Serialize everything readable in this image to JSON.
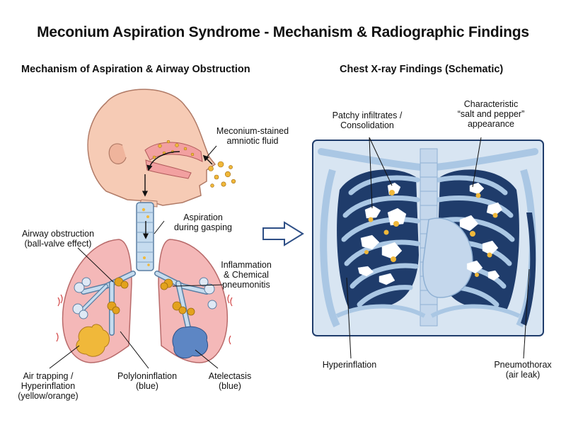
{
  "title": "Meconium Aspiration Syndrome - Mechanism & Radiographic Findings",
  "left_panel": {
    "heading": "Mechanism of Aspiration & Airway Obstruction",
    "labels": {
      "fluid": [
        "Meconium-stained",
        "amniotic fluid"
      ],
      "aspiration": [
        "Aspiration",
        "during gasping"
      ],
      "obstruction": [
        "Airway obstruction",
        "(ball-valve effect)"
      ],
      "inflammation": [
        "Inflammation",
        "& Chemical",
        "pneumonitis"
      ],
      "air_trapping": [
        "Air trapping /",
        "Hyperinflation",
        "(yellow/orange)"
      ],
      "polylon": [
        "Polyloninflation",
        "(blue)"
      ],
      "atelectasis": [
        "Atelectasis",
        "(blue)"
      ]
    }
  },
  "right_panel": {
    "heading": "Chest X-ray Findings (Schematic)",
    "labels": {
      "infiltrates": [
        "Patchy infiltrates /",
        "Consolidation"
      ],
      "salt_pepper": [
        "Characteristic",
        "“salt and pepper”",
        "appearance"
      ],
      "hyperinflation": [
        "Hyperinflation"
      ],
      "pneumothorax": [
        "Pneumothorax",
        "(air leak)"
      ]
    }
  },
  "colors": {
    "skin": "#f6cbb5",
    "lung": "#f4b8b8",
    "meconium": "#f0b83a",
    "airway": "#c6dcef",
    "atelectasis": "#5d86c4",
    "xray_bg": "#1f3c6b",
    "xray_lung": "#aac7e4"
  }
}
